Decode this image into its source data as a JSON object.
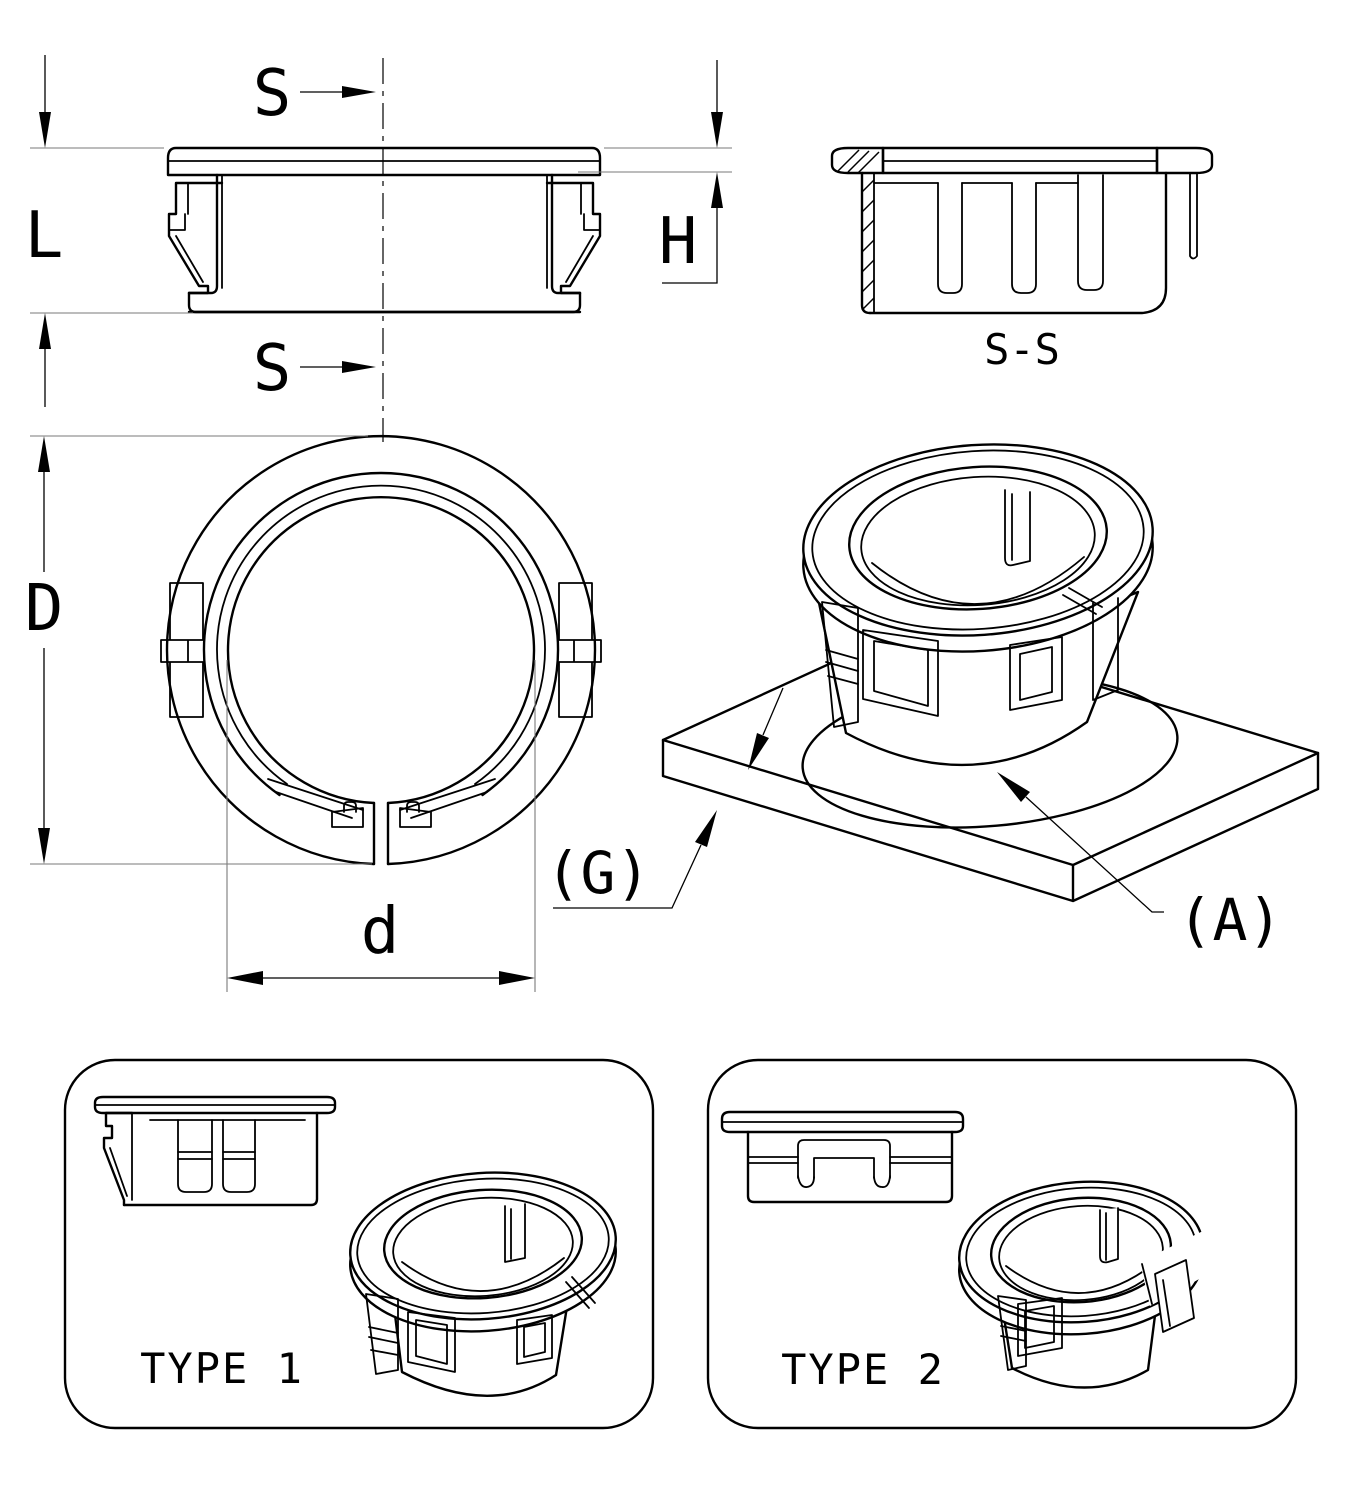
{
  "labels": {
    "section_cut": "S",
    "section_view_title": "S-S",
    "dim_overall_height": "L",
    "dim_head_height": "H",
    "dim_outer_diameter": "D",
    "dim_hole_diameter": "d",
    "ref_panel_thickness": "(G)",
    "ref_mounting_hole": "(A)",
    "type1_label": "TYPE 1",
    "type2_label": "TYPE 2"
  },
  "colors": {
    "line": "#000000",
    "thin_line": "#7a7a7a",
    "background": "#ffffff"
  }
}
